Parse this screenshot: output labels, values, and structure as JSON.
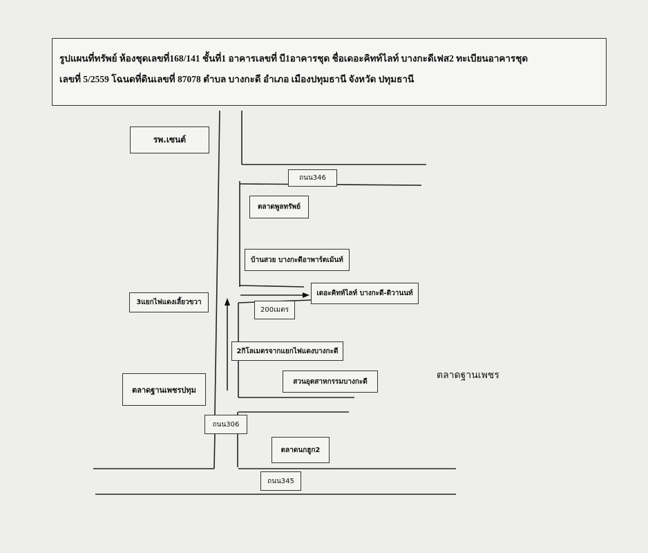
{
  "title": {
    "line1": "รูปแผนที่ทรัพย์ ห้องชุดเลขที่168/141 ชั้นที่1 อาคารเลขที่ บี1อาคารชุด ชื่อเดอะคิทท์ไลท์ บางกะดีเฟส2  ทะเบียนอาคารชุด",
    "line2": "เลขที่ 5/2559 โฉนดที่ดินเลขที่ 87078 ตำบล บางกะดี อำเภอ เมืองปทุมธานี จังหวัด ปทุมธานี"
  },
  "labels": {
    "hospital": "รพ.เซนต์",
    "road346": "ถนน346",
    "market_poonsap": "ตลาดพูลทรัพย์",
    "apartment": "บ้านสวย บางกะดีอาพาร์ตเม้นท์",
    "intersection": "3แยกไฟแดงเลี้ยวขวา",
    "property": "เดอะคิทท์ไลท์ บางกะดี-ติวานนท์",
    "distance_200m": "200เมตร",
    "distance_2km": "2กิโลเมตรจากแยกไฟแดงบางกะดี",
    "industrial_park": "สวนอุตสาหกรรมบางกะดี",
    "market_thanphet_right": "ตลาดฐานเพชร",
    "market_thanphet_pathum": "ตลาดฐานเพชรปทุม",
    "road306": "ถนน306",
    "market_nokhuk": "ตลาดนกฮูก2",
    "road345": "ถนน345"
  }
}
